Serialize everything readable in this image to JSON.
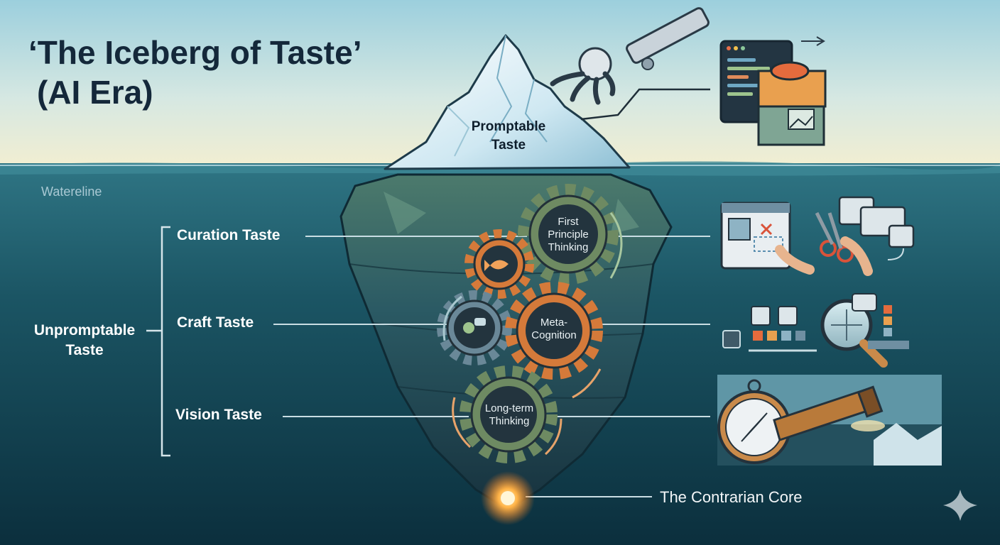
{
  "title": {
    "line1": "‘The Iceberg of Taste’",
    "line2": "(AI Era)"
  },
  "waterline_label": "Watereline",
  "tip": {
    "line1": "Promptable",
    "line2": "Taste"
  },
  "unpromptable": {
    "line1": "Unpromptable",
    "line2": "Taste"
  },
  "layers": {
    "curation": "Curation Taste",
    "craft": "Craft Taste",
    "vision": "Vision Taste"
  },
  "gears": {
    "first_principle": {
      "line1": "First",
      "line2": "Principle",
      "line3": "Thinking"
    },
    "meta_cognition": {
      "line1": "Meta-",
      "line2": "Cognition"
    },
    "long_term": {
      "line1": "Long-term",
      "line2": "Thinking"
    }
  },
  "core_label": "The Contrarian Core",
  "colors": {
    "sky_top": "#b9dde6",
    "sky_bottom": "#eef0d8",
    "ocean": "#0d3848",
    "gear_green": "#6e8a62",
    "gear_orange": "#d57a3a",
    "gear_slate": "#6a8898",
    "core_glow": "#ffb347"
  },
  "icons": [
    "code-editor-icon",
    "stacked-blocks-icon",
    "robot-hand-icon",
    "layout-editor-icon",
    "scissors-icon",
    "magnifier-icon",
    "palette-icon",
    "compass-icon",
    "telescope-icon",
    "sparkle-icon"
  ]
}
